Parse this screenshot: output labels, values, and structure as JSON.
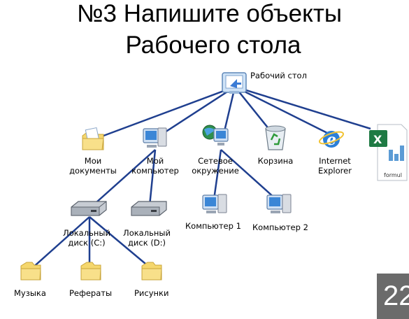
{
  "title": {
    "line1": "№3 Напишите объекты",
    "line2": "Рабочего стола"
  },
  "nodes": {
    "desktop": "Рабочий стол",
    "my_documents": "Мои\nдокументы",
    "my_computer": "Мой\nкомпьютер",
    "network": "Сетевое\nокружение",
    "recycle_bin": "Корзина",
    "internet_explorer": "Internet\nExplorer",
    "excel_file": "formul",
    "local_disk_c": "Локальный\nдиск (C:)",
    "local_disk_d": "Локальный\nдиск (D:)",
    "computer_1": "Компьютер 1",
    "computer_2": "Компьютер 2",
    "music": "Музыка",
    "essays": "Рефераты",
    "pictures": "Рисунки"
  },
  "slide_number": "22",
  "colors": {
    "connector": "#1f3f8f",
    "folder": "#f5d76e",
    "slide_number_bg": "#6b6b6b"
  }
}
